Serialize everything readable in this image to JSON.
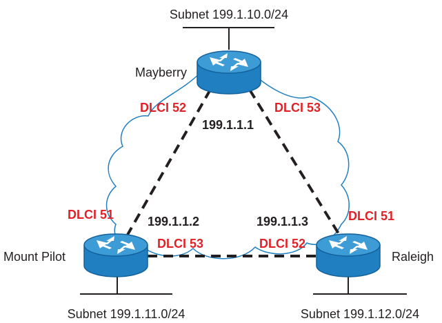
{
  "colors": {
    "cloud_stroke": "#1f7fc1",
    "router_blue": "#1f7fc1",
    "router_top": "#3d9bd6",
    "router_dark": "#13609a",
    "dlci_red": "#e02228",
    "text": "#231f20"
  },
  "icons": [
    "router-icon",
    "cloud-icon"
  ],
  "routers": {
    "mayberry": {
      "name": "Mayberry",
      "ip": "199.1.1.1",
      "subnet": "Subnet 199.1.10.0/24"
    },
    "mount_pilot": {
      "name": "Mount Pilot",
      "ip": "199.1.1.2",
      "subnet": "Subnet 199.1.11.0/24"
    },
    "raleigh": {
      "name": "Raleigh",
      "ip": "199.1.1.3",
      "subnet": "Subnet 199.1.12.0/24"
    }
  },
  "dlci": {
    "mayberry_to_mount_pilot": "DLCI 52",
    "mayberry_to_raleigh": "DLCI 53",
    "mount_pilot_to_mayberry": "DLCI 51",
    "mount_pilot_to_raleigh": "DLCI 53",
    "raleigh_to_mayberry": "DLCI 51",
    "raleigh_to_mount_pilot": "DLCI 52"
  }
}
